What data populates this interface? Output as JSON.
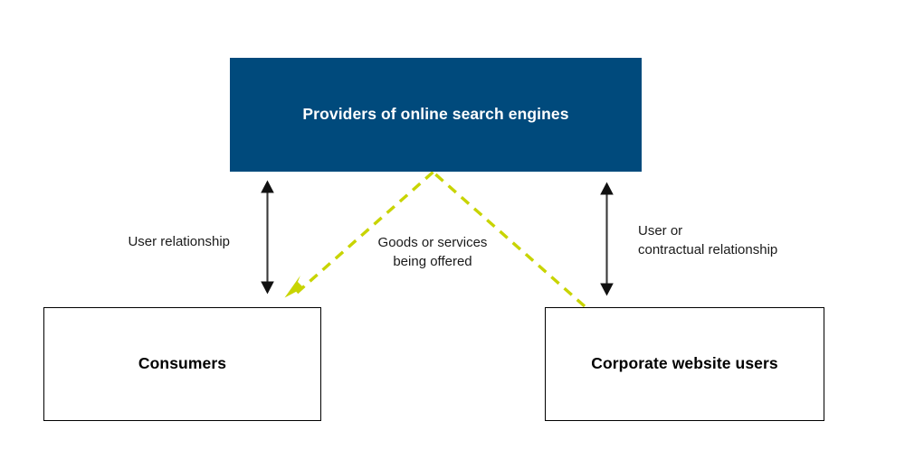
{
  "diagram": {
    "background_color": "#FFFFFF",
    "accent_colors": {
      "box_blue": "#004A7C",
      "dashed_arrow_green": "#C8D400",
      "solid_arrow_black": "#1A1A1A",
      "box_border_black": "#000000",
      "text_white": "#FFFFFF",
      "text_black": "#000000"
    },
    "nodes": [
      {
        "id": "providers",
        "label": "Providers of\nonline search engines",
        "fill": "#004A7C",
        "text_color": "#FFFFFF"
      },
      {
        "id": "consumers",
        "label": "Consumers",
        "fill": "#FFFFFF",
        "text_color": "#000000"
      },
      {
        "id": "corporate",
        "label": "Corporate website\nusers",
        "fill": "#FFFFFF",
        "text_color": "#000000"
      }
    ],
    "edges": [
      {
        "id": "providers-consumers",
        "label": "User relationship",
        "style": "solid",
        "heads": "double",
        "color": "#1A1A1A"
      },
      {
        "id": "providers-corporate",
        "label": "User or\ncontractual relationship",
        "style": "solid",
        "heads": "double",
        "color": "#1A1A1A"
      },
      {
        "id": "corporate-consumers",
        "label": "Goods or services\nbeing offered",
        "style": "dashed",
        "heads": "single",
        "color": "#C8D400"
      }
    ]
  }
}
